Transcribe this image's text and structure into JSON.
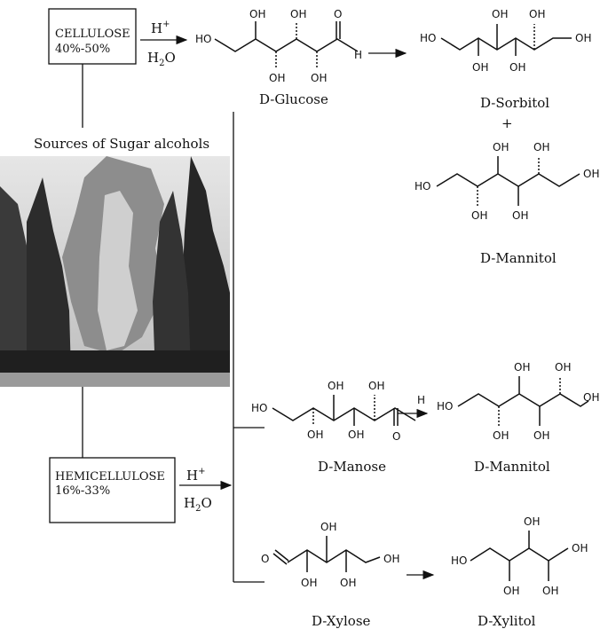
{
  "boxes": {
    "cellulose": {
      "name": "CELLULOSE",
      "percent": "40%-50%"
    },
    "hemicellulose": {
      "name": "HEMICELLULOSE",
      "percent": "16%-33%"
    }
  },
  "reagents": {
    "acid": "H",
    "acid_sup": "+",
    "water": "H",
    "water_sub": "2",
    "water_tail": "O"
  },
  "caption": "Sources of Sugar alcohols",
  "plus": "+",
  "compounds": {
    "glucose": "D-Glucose",
    "sorbitol": "D-Sorbitol",
    "mannitol_top": "D-Mannitol",
    "manose": "D-Manose",
    "mannitol_mid": "D-Mannitol",
    "xylose": "D-Xylose",
    "xylitol": "D-Xylitol"
  },
  "atoms": {
    "oh": "OH",
    "ho": "HO",
    "o": "O",
    "h": "H"
  }
}
